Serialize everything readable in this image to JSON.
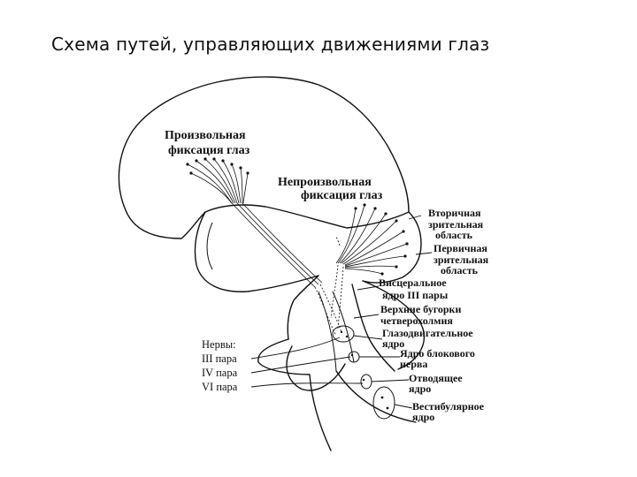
{
  "title": "Схема путей, управляющих движениями глаз",
  "labels": {
    "voluntary": [
      "Произвольная",
      "фиксация глаз"
    ],
    "involuntary": [
      "Непроизвольная",
      "фиксация глаз"
    ],
    "secondary_visual": [
      "Вторичная",
      "зрительная",
      "область"
    ],
    "primary_visual": [
      "Первичная",
      "зрительная",
      "область"
    ],
    "visceral_nucleus": [
      "Висцеральное",
      "ядро III пары"
    ],
    "superior_colliculi": [
      "Верхние бугорки",
      "четверохолмия"
    ],
    "oculomotor_nucleus": [
      "Глазодвигательное",
      "ядро"
    ],
    "trochlear_nucleus": [
      "Ядро блокового",
      "нерва"
    ],
    "abducens_nucleus": [
      "Отводящее",
      "ядро"
    ],
    "vestibular_nucleus": [
      "Вестибулярное",
      "ядро"
    ],
    "nerves": [
      "Нервы:",
      "III пара",
      "IV пара",
      "VI пара"
    ]
  }
}
